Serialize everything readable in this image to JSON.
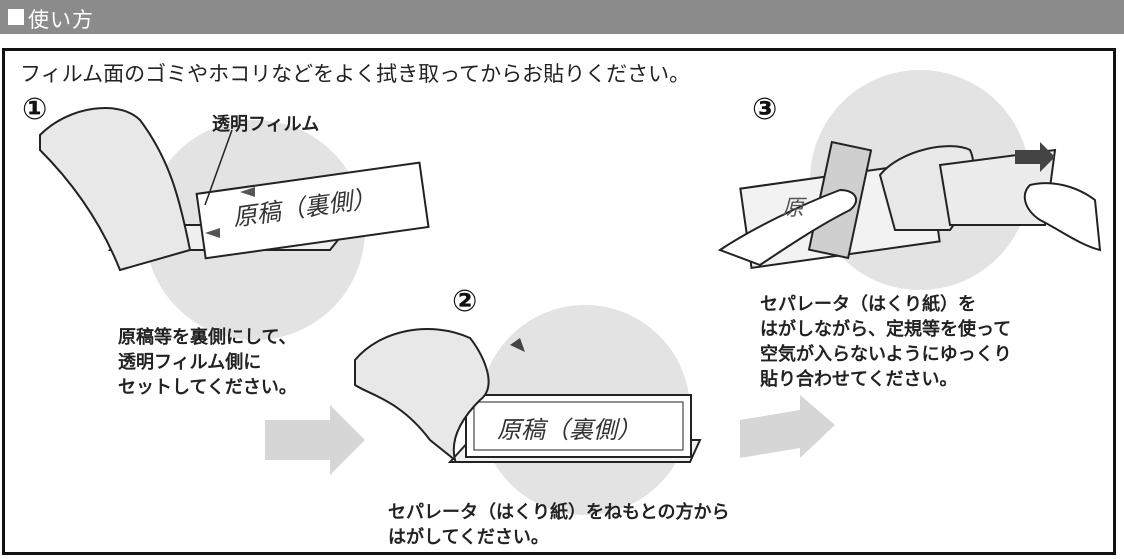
{
  "header": {
    "title": "使い方"
  },
  "intro": "フィルム面のゴミやホコリなどをよく拭き取ってからお貼りください。",
  "step1": {
    "number": "①",
    "film_label": "透明フィルム",
    "doc_label": "原稿（裏側）",
    "lines": [
      "原稿等を裏側にして、",
      "透明フィルム側に",
      "セットしてください。"
    ]
  },
  "step2": {
    "number": "②",
    "doc_label": "原稿（裏側）",
    "lines": [
      "セパレータ（はくり紙）をねもとの方から",
      "はがしてください。"
    ]
  },
  "step3": {
    "number": "③",
    "doc_label": "原",
    "lines": [
      "セパレータ（はくり紙）を",
      "はがしながら、定規等を使って",
      "空気が入らないようにゆっくり",
      "貼り合わせてください。"
    ]
  }
}
